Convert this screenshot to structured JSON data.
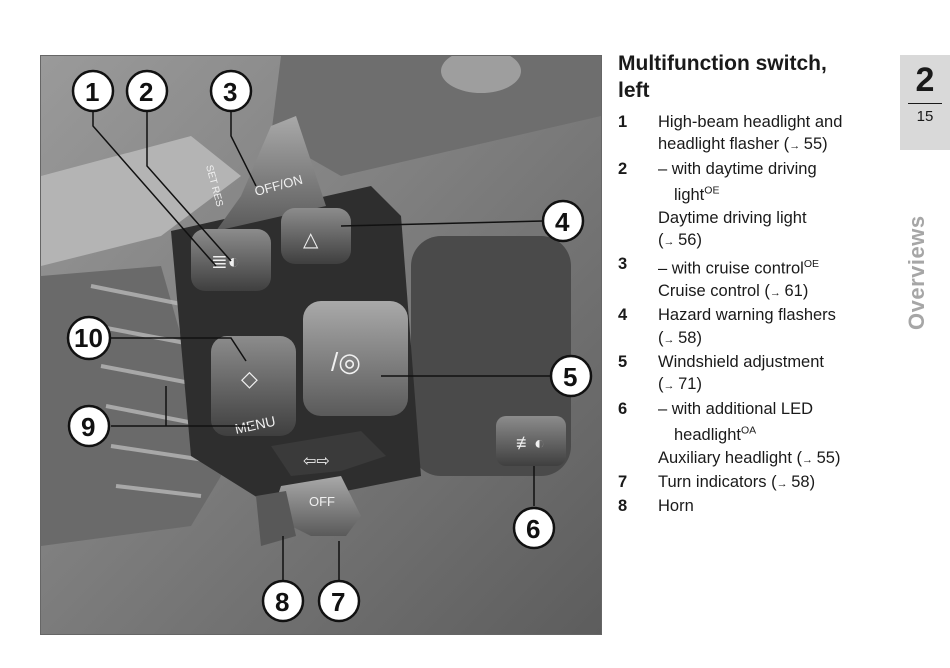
{
  "section": {
    "title_line1": "Multifunction switch,",
    "title_line2": "left"
  },
  "chapter_tab": {
    "number": "2",
    "page": "15"
  },
  "side_label": "Overviews",
  "arrow_icon": "→",
  "items": [
    {
      "num": "1",
      "text1": "High-beam headlight and",
      "text2": "headlight flasher",
      "ref": "55"
    },
    {
      "num": "2",
      "dash_text": "– with daytime driving",
      "dash_text2": "light",
      "sup": "OE",
      "sub_text": "Daytime driving light",
      "ref": "56"
    },
    {
      "num": "3",
      "dash_text": "– with cruise control",
      "sup": "OE",
      "sub_text": "Cruise control",
      "ref": "61"
    },
    {
      "num": "4",
      "text1": "Hazard warning flashers",
      "ref": "58"
    },
    {
      "num": "5",
      "text1": "Windshield adjustment",
      "ref": "71"
    },
    {
      "num": "6",
      "dash_text": "– with additional LED",
      "dash_text2": "headlight",
      "sup": "OA",
      "sub_text": "Auxiliary headlight",
      "ref": "55"
    },
    {
      "num": "7",
      "text1": "Turn indicators",
      "ref": "58"
    },
    {
      "num": "8",
      "text1": "Horn"
    }
  ],
  "figure": {
    "callouts": [
      "1",
      "2",
      "3",
      "4",
      "5",
      "6",
      "7",
      "8",
      "9",
      "10"
    ],
    "labels": {
      "off_on": "OFF/ON",
      "set_res": "SET RES",
      "menu": "MENU",
      "off": "OFF"
    }
  }
}
